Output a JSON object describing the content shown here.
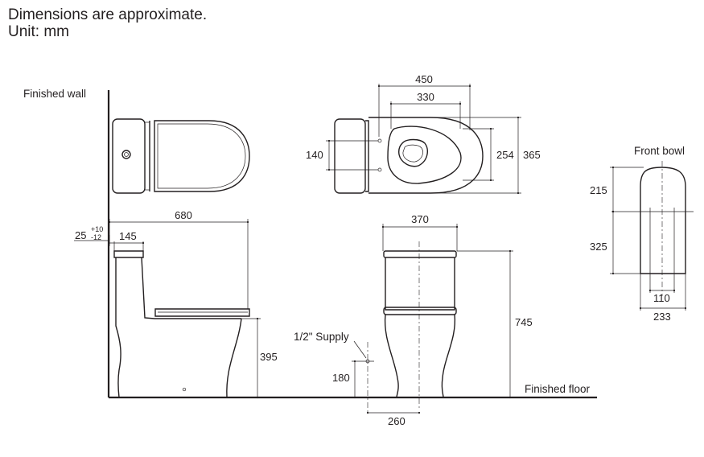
{
  "notes": {
    "line1": "Dimensions are approximate.",
    "line2": "Unit: mm"
  },
  "labels": {
    "finished_wall": "Finished wall",
    "finished_floor": "Finished floor",
    "front_bowl": "Front bowl",
    "supply": "1/2\" Supply"
  },
  "dimensions": {
    "top_450": "450",
    "top_330": "330",
    "top_140": "140",
    "top_254": "254",
    "top_365": "365",
    "side_680": "680",
    "side_25": "25",
    "side_25_plus": "+10",
    "side_25_minus": "-12",
    "side_145": "145",
    "side_395": "395",
    "front_370": "370",
    "front_745": "745",
    "front_180": "180",
    "front_260": "260",
    "bowl_215": "215",
    "bowl_325": "325",
    "bowl_110": "110",
    "bowl_233": "233"
  }
}
